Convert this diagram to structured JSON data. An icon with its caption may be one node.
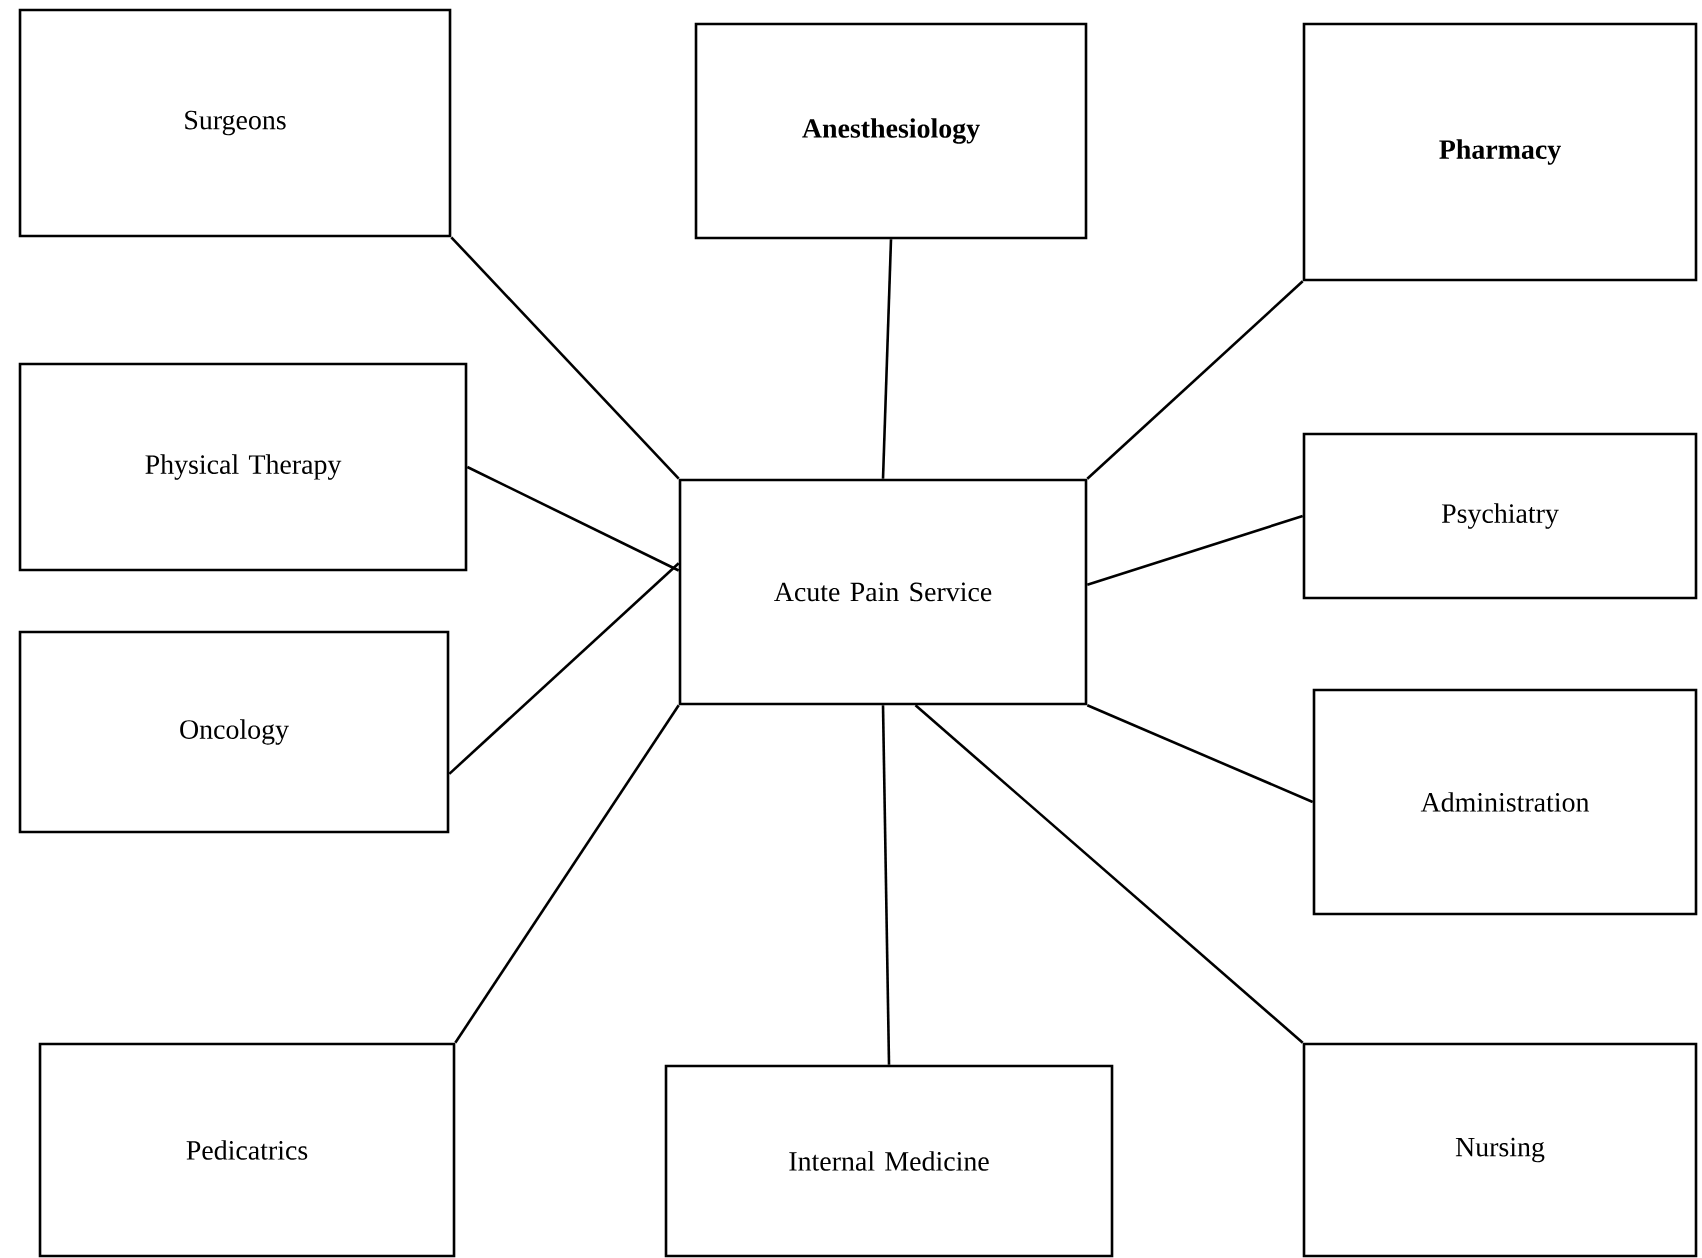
{
  "diagram": {
    "nodes": [
      {
        "text": [
          "Surgeons"
        ]
      },
      {
        "text": [
          "Anesthesiology"
        ]
      },
      {
        "text": [
          "Pharmacy"
        ]
      },
      {
        "text": [
          "Physical Therapy"
        ]
      },
      {
        "text": [
          "Acute Pain Service"
        ]
      },
      {
        "text": [
          "Psychiatry"
        ]
      },
      {
        "text": [
          "Oncology"
        ]
      },
      {
        "text": [
          "Administration"
        ]
      },
      {
        "text": [
          "Pedicatrics"
        ]
      },
      {
        "text": [
          "Internal Medicine"
        ]
      },
      {
        "text": [
          "Nursing"
        ]
      }
    ],
    "edges": [
      {
        "from": 0,
        "to": 4,
        "arrow": "none"
      },
      {
        "from": 1,
        "to": 4,
        "arrow": "none"
      },
      {
        "from": 2,
        "to": 4,
        "arrow": "none"
      },
      {
        "from": 3,
        "to": 4,
        "arrow": "none"
      },
      {
        "from": 5,
        "to": 4,
        "arrow": "none"
      },
      {
        "from": 6,
        "to": 4,
        "arrow": "none"
      },
      {
        "from": 7,
        "to": 4,
        "arrow": "none"
      },
      {
        "from": 8,
        "to": 4,
        "arrow": "none"
      },
      {
        "from": 9,
        "to": 4,
        "arrow": "none"
      },
      {
        "from": 10,
        "to": 4,
        "arrow": "none"
      }
    ]
  }
}
